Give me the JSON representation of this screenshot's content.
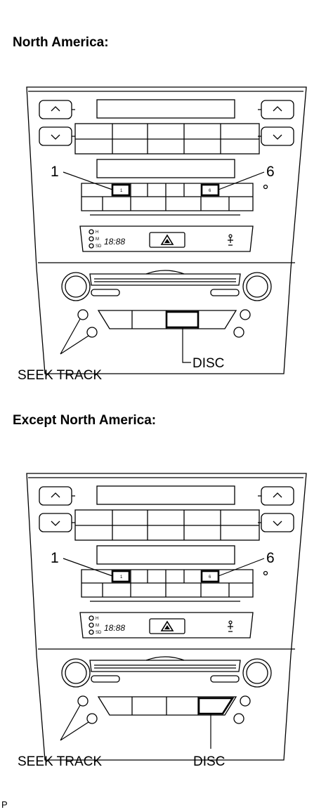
{
  "sections": [
    {
      "heading": "North America:",
      "labels": {
        "preset_left": "1",
        "preset_right": "6",
        "seek_track": "SEEK TRACK",
        "disc": "DISC"
      },
      "display": {
        "clock": "18:88",
        "led1": "H",
        "led2": "M",
        "led3": "SD",
        "preset_left_key": "1",
        "preset_right_key": "6"
      }
    },
    {
      "heading": "Except North America:",
      "labels": {
        "preset_left": "1",
        "preset_right": "6",
        "seek_track": "SEEK TRACK",
        "disc": "DISC"
      },
      "display": {
        "clock": "18:88",
        "led1": "H",
        "led2": "M",
        "led3": "SD",
        "preset_left_key": "1",
        "preset_right_key": "6"
      }
    }
  ],
  "corner_text": "P"
}
